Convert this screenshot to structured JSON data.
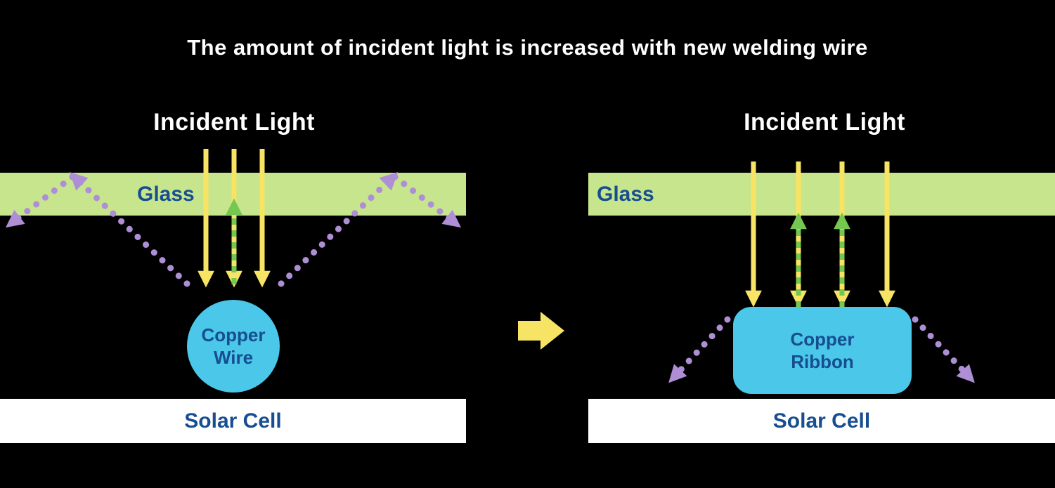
{
  "title": "The amount of incident light is increased with new welding wire",
  "colors": {
    "bg_black": "#000000",
    "text_white": "#ffffff",
    "text_blue": "#174e90",
    "glass_green": "#c7e58d",
    "copper_cyan": "#4ac7e9",
    "solar_white": "#ffffff",
    "arrow_yellow": "#f8e464",
    "arrow_green": "#74c850",
    "arrow_purple": "#ae8fd6"
  },
  "left": {
    "incident_light": "Incident Light",
    "glass": "Glass",
    "copper": "Copper Wire",
    "solar_cell": "Solar Cell"
  },
  "right": {
    "incident_light": "Incident Light",
    "glass": "Glass",
    "copper": "Copper Ribbon",
    "solar_cell": "Solar Cell"
  }
}
